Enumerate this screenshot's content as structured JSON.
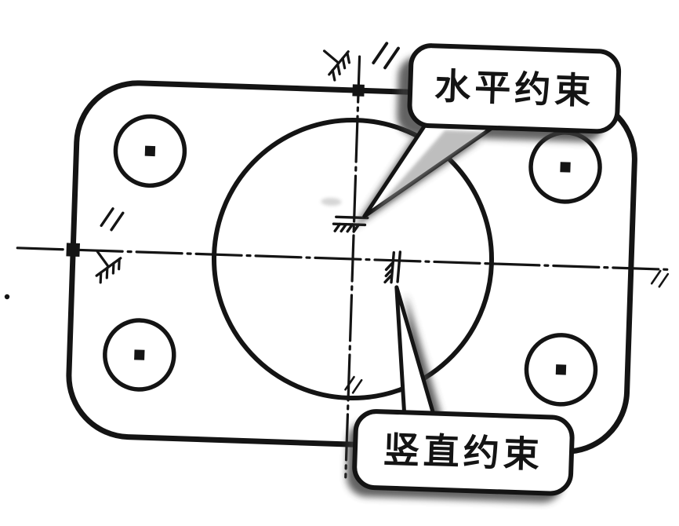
{
  "figure": {
    "kind": "scanned CAD sketch-constraint illustration",
    "background_color": "#ffffff",
    "ink_color": "#141414",
    "shadow_color": "#3a3a3a"
  },
  "callouts": {
    "horizontal": {
      "label": "水平约束"
    },
    "vertical": {
      "label": "竖直约束"
    }
  },
  "drawing": {
    "plate": "rounded rectangular plate outline",
    "bore": "large central circle",
    "holes": "four corner holes with center marks",
    "centerlines": "dash-dot horizontal and vertical centerlines",
    "symbols": [
      "horizontal-constraint-mark",
      "vertical-constraint-mark",
      "parallel-mark-top",
      "parallel-mark-left",
      "parallel-mark-circle-bottom",
      "parallel-mark-axis-end",
      "ground-mark-top",
      "ground-mark-left"
    ]
  }
}
